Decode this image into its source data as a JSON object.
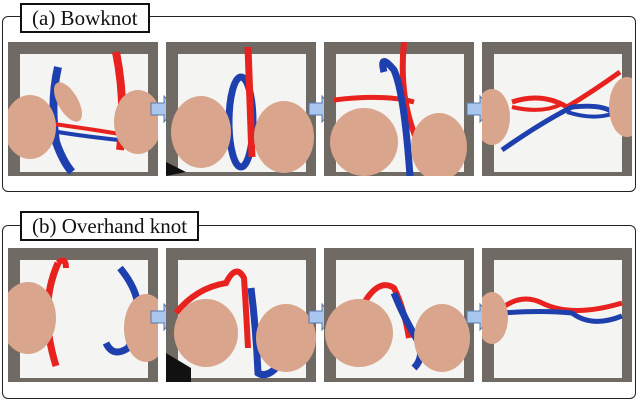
{
  "figure": {
    "panels": [
      {
        "label": "(a)  Bowknot",
        "steps": [
          {
            "step": 1,
            "description": "Two hands holding blue loop (left) and red loop (right), ropes crossing in middle"
          },
          {
            "step": 2,
            "description": "Blue and red loops brought together, red passing through blue"
          },
          {
            "step": 3,
            "description": "Red rope horizontal, blue loop crossing over it, hands pulling"
          },
          {
            "step": 4,
            "description": "Completed knot: red and blue ropes tied horizontally"
          }
        ]
      },
      {
        "label": "(b)  Overhand knot",
        "steps": [
          {
            "step": 1,
            "description": "Left hand holding red rope, right hand holding blue rope"
          },
          {
            "step": 2,
            "description": "Red rope looped over blue rope"
          },
          {
            "step": 3,
            "description": "Ropes twisted together, hands pulling"
          },
          {
            "step": 4,
            "description": "Completed overhand knot: red and blue ropes crossing horizontally"
          }
        ]
      }
    ],
    "colors": {
      "rope_red": "#e8221e",
      "rope_blue": "#1e3fae",
      "arrow_fill": "#a9c6ef",
      "arrow_stroke": "#5a78a8",
      "board": "#f4f4f2",
      "background_gray": "#6f6a64",
      "skin": "#d9a58c"
    }
  }
}
